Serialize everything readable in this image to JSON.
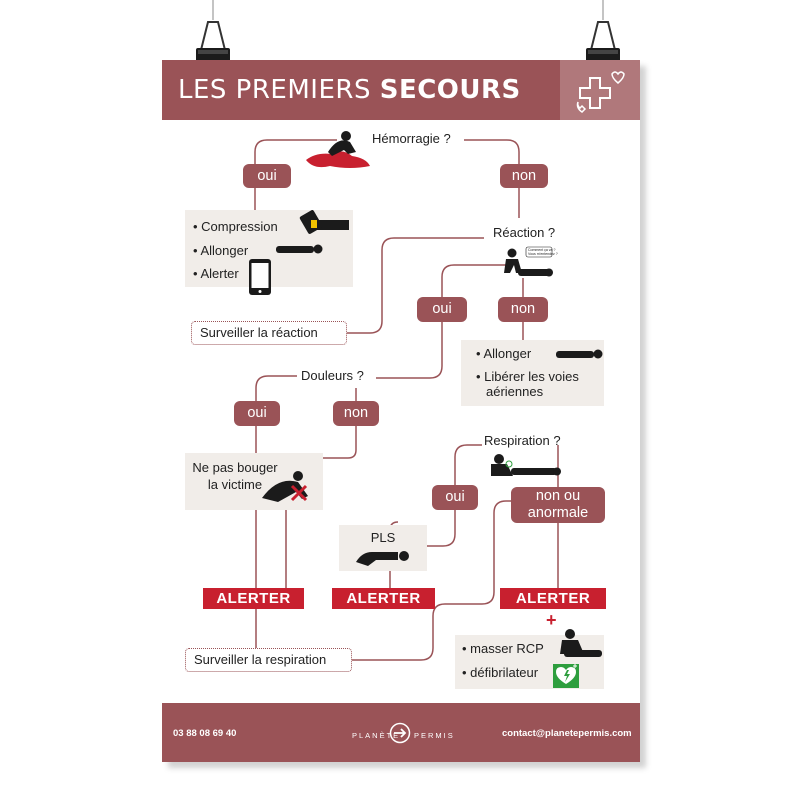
{
  "header": {
    "title_light": "LES PREMIERS ",
    "title_bold": "SECOURS"
  },
  "questions": {
    "hemorragie": "Hémorragie ?",
    "reaction": "Réaction ?",
    "douleurs": "Douleurs ?",
    "respiration": "Respiration ?"
  },
  "pills": {
    "oui_1": "oui",
    "non_1": "non",
    "oui_2": "oui",
    "non_2": "non",
    "oui_3": "oui",
    "non_3": "non",
    "oui_4": "oui",
    "non_anormale_line1": "non ou",
    "non_anormale_line2": "anormale"
  },
  "hemorragie_box": {
    "items": [
      "• Compression",
      "• Allonger",
      "• Alerter"
    ]
  },
  "surveiller_reaction": "Surveiller la réaction",
  "non_reaction_box": {
    "items": [
      "• Allonger",
      "• Libérer les voies",
      "aériennes"
    ]
  },
  "ne_pas_bouger": {
    "line1": "Ne pas bouger",
    "line2": "la victime"
  },
  "pls_label": "PLS",
  "alert_label": "ALERTER",
  "plus_sign": "+",
  "surveiller_respiration": "Surveiller la respiration",
  "rcp_box": {
    "items": [
      "• masser RCP",
      "• défibrilateur"
    ]
  },
  "speech_bubble": {
    "line1": "Comment ça va ?",
    "line2": "Vous m'entendez ?"
  },
  "footer": {
    "phone": "03 88 08 69 40",
    "logo_left": "PLANÈTE",
    "logo_right": "PERMIS",
    "email": "contact@planetepermis.com"
  },
  "colors": {
    "brand": "#9a5357",
    "alert": "#c8202f",
    "box_bg": "#f1ede9",
    "aed_green": "#2e9e3e"
  },
  "icons": [
    "medical-cross-icon",
    "phone-icon",
    "heart-icon",
    "arrow-circle-icon",
    "smartphone-icon",
    "aed-defibrillator-icon"
  ]
}
